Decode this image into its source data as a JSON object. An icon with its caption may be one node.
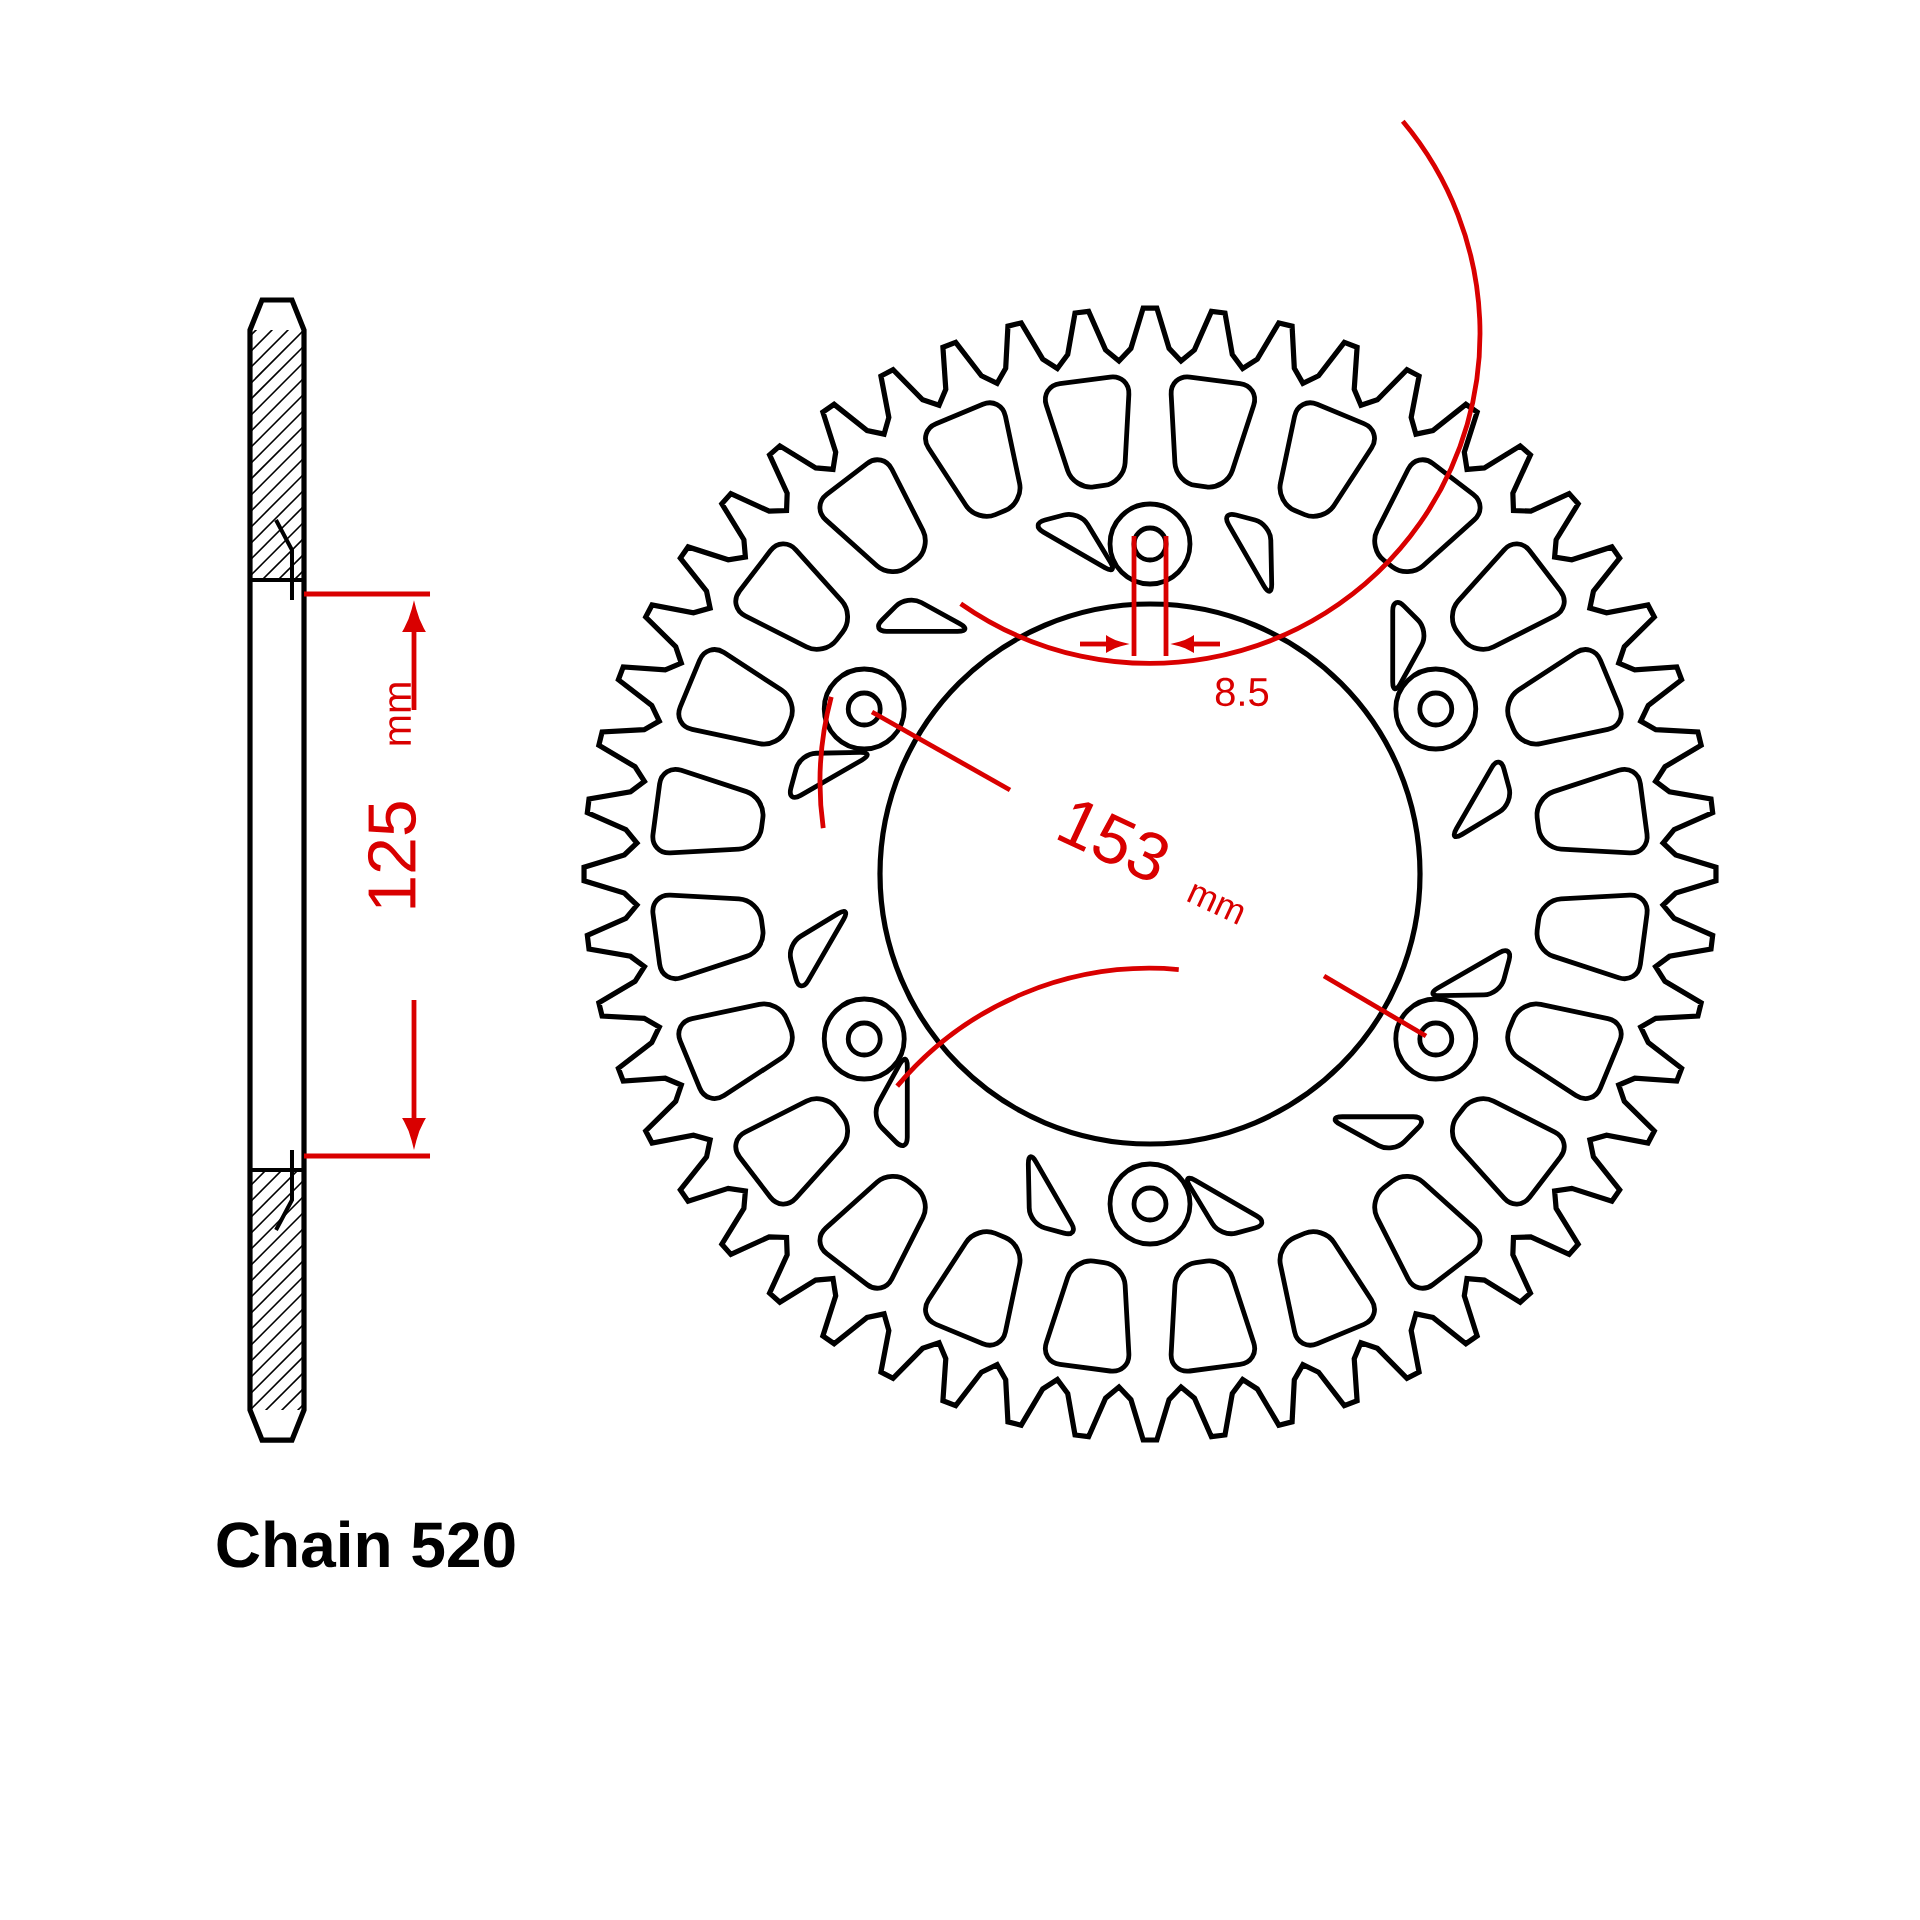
{
  "diagram": {
    "labels": [
      "125",
      "mm",
      "8.5",
      "153",
      "mm",
      "Chain 520"
    ]
  }
}
